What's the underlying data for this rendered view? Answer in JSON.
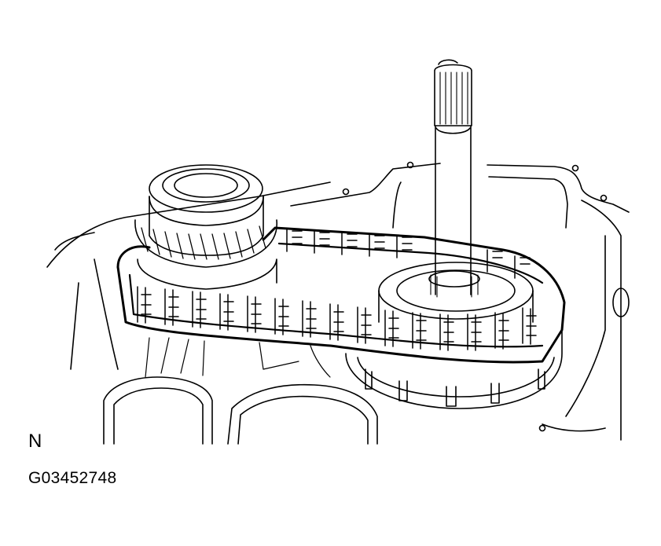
{
  "figure": {
    "subject": "Transfer drive chain installed over drive sprocket and driven gear in transmission case",
    "view_label": "N",
    "figure_code": "G03452748",
    "colors": {
      "line": "#000000",
      "background": "#ffffff"
    },
    "parts": [
      {
        "id": "output-shaft",
        "desc": "splined shaft standing vertically"
      },
      {
        "id": "drive-chain",
        "desc": "silent chain loop"
      },
      {
        "id": "helical-gear",
        "desc": "helical gear with bearing on top"
      },
      {
        "id": "sprocket-drum",
        "desc": "sprocket / clutch drum with slots"
      },
      {
        "id": "transmission-case",
        "desc": "case with bolt bosses"
      },
      {
        "id": "bores",
        "desc": "two cylindrical bores in lower case"
      }
    ]
  }
}
